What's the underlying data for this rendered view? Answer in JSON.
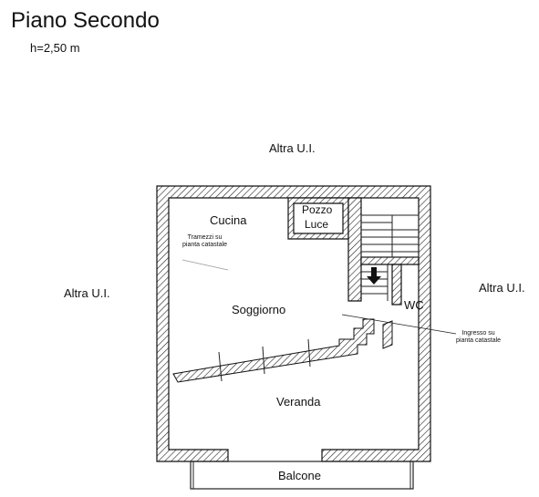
{
  "header": {
    "title": "Piano Secondo",
    "height_note": "h=2,50 m"
  },
  "neighbours": {
    "top": "Altra U.I.",
    "left": "Altra U.I.",
    "right": "Altra U.I."
  },
  "rooms": {
    "cucina": "Cucina",
    "pozzo_luce_1": "Pozzo",
    "pozzo_luce_2": "Luce",
    "soggiorno": "Soggiorno",
    "wc": "WC",
    "veranda": "Veranda",
    "balcone": "Balcone"
  },
  "notes": {
    "tramezzi_1": "Tramezzi su",
    "tramezzi_2": "pianta catastale",
    "ingresso_1": "Ingresso su",
    "ingresso_2": "pianta catastale"
  }
}
